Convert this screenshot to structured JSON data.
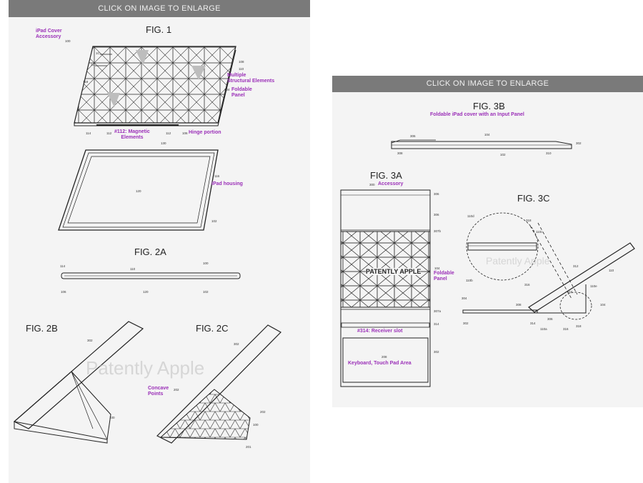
{
  "left_panel": {
    "banner": "CLICK ON IMAGE TO ENLARGE",
    "fig1_title": "FIG. 1",
    "fig1_callout_title": "iPad Cover\nAccessory",
    "fig1_callout_structural": "Multiple\nStructural Elements",
    "fig1_callout_foldable": "Foldable\nPanel",
    "fig1_callout_magnetic": "#112: Magnetic\nElements",
    "fig1_callout_hinge": "Hinge portion",
    "fig1_callout_housing": "iPad housing",
    "fig2a_title": "FIG. 2A",
    "fig2b_title": "FIG. 2B",
    "fig2c_title": "FIG. 2C",
    "fig2c_callout_concave": "Concave\nPoints",
    "watermark": "Patently Apple",
    "refs": {
      "r100": "100",
      "r108": "108",
      "r110": "110",
      "r104": "104",
      "r1c": "1C",
      "r1c2": "1C",
      "r118": "118",
      "r114": "114",
      "r112": "112",
      "r112b": "112",
      "r106": "106",
      "r130": "130",
      "r116": "116",
      "r120": "120",
      "r102": "102",
      "r2a_114": "114",
      "r2a_110": "110",
      "r2a_100": "100",
      "r2a_106": "106",
      "r2a_120": "120",
      "r2a_102": "102",
      "r2b_302": "302",
      "r2b_100": "100",
      "r2c_302": "302",
      "r2c_202": "202",
      "r2c_100": "100",
      "r2c_202b": "202",
      "r2c_201": "201"
    }
  },
  "right_panel": {
    "banner": "CLICK ON IMAGE TO ENLARGE",
    "fig3b_title": "FIG. 3B",
    "fig3b_subtitle": "Foldable iPad cover with an Input Panel",
    "fig3a_title": "FIG. 3A",
    "fig3a_callout_accessory": "Accessory",
    "fig3a_callout_foldable": "Foldable\nPanel",
    "fig3a_callout_receiver": "#314: Receiver slot",
    "fig3a_keyboard_ref": "208",
    "fig3a_keyboard_label": "Keyboard, Touch Pad Area",
    "fig3a_watermark": "PATENTLY APPLE",
    "fig3c_title": "FIG. 3C",
    "watermark": "Patently Apple",
    "refs": {
      "r3b_306": "306",
      "r3b_104": "104",
      "r3b_302": "302",
      "r3b_308": "308",
      "r3b_102": "102",
      "r3b_310": "310",
      "r3a_300": "300",
      "r3a_306": "306",
      "r3a_306b": "306",
      "r3a_307b": "307b",
      "r3a_104": "104",
      "r3a_307a": "307a",
      "r3a_314": "314",
      "r3a_302": "302",
      "r3c_110d": "110d",
      "r3c_318": "318",
      "r3c_110c": "110c",
      "r3c_110b": "110b",
      "r3c_316": "316",
      "r3c_312": "312",
      "r3c_110": "110",
      "r3c_110e": "110e",
      "r3c_316b": "316",
      "r3c_104": "104",
      "r3c_304": "304",
      "r3c_302": "302",
      "r3c_308": "308",
      "r3c_306": "306",
      "r3c_314": "314",
      "r3c_110a": "110a",
      "r3c_316c": "316",
      "r3c_318b": "318"
    }
  }
}
